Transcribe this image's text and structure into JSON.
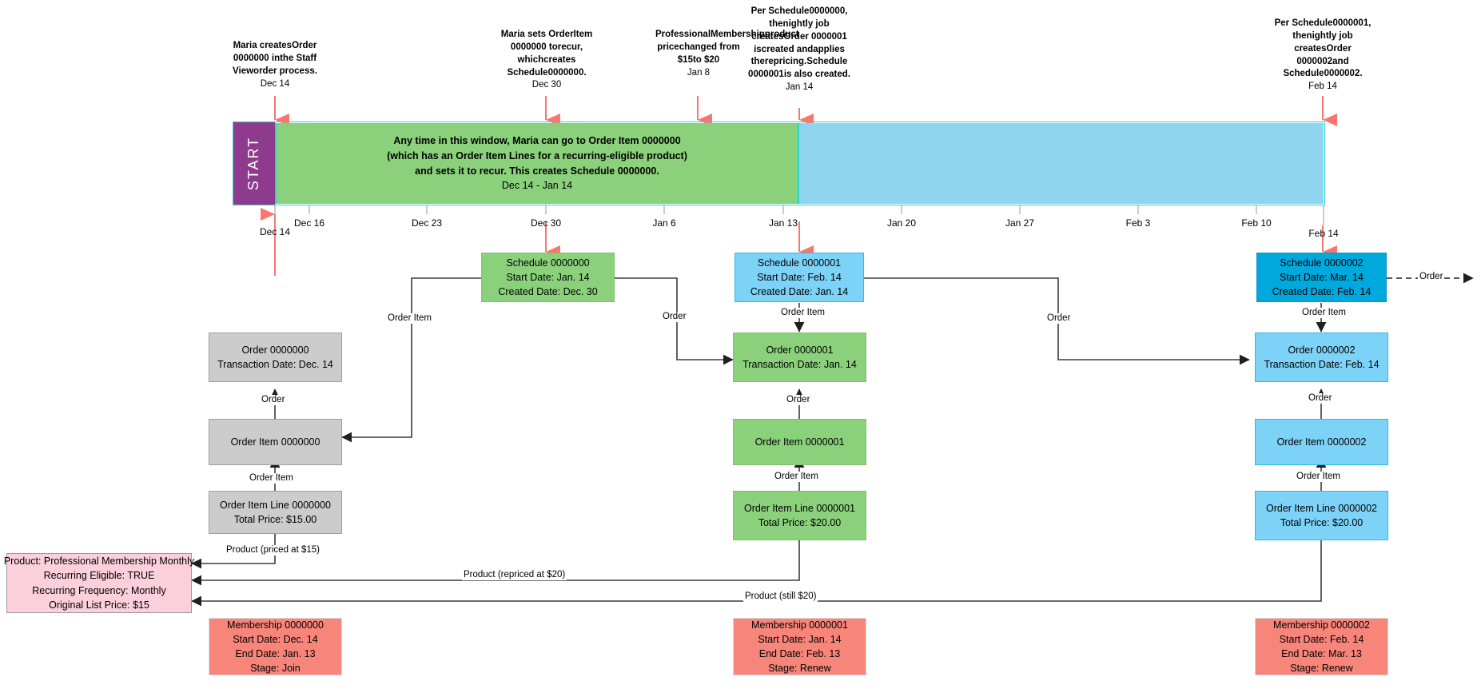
{
  "annotations": [
    {
      "id": "a0",
      "lines": [
        "Maria creates",
        "Order 0000000 in",
        "the Staff View",
        "order process."
      ],
      "date": "Dec 14"
    },
    {
      "id": "a1",
      "lines": [
        "Maria sets Order",
        "Item 0000000 to",
        "recur, which",
        "creates Schedule",
        "0000000."
      ],
      "date": "Dec 30"
    },
    {
      "id": "a2",
      "lines": [
        "Professional",
        "Membership",
        "product price",
        "changed from $15",
        "to $20"
      ],
      "date": "Jan 8"
    },
    {
      "id": "a3",
      "lines": [
        "Per Schedule",
        "0000000, the",
        "nightly job creates",
        "Order 0000001 is",
        "created and",
        "applies the",
        "repricing.",
        "Schedule 0000001",
        "is also created."
      ],
      "date": "Jan 14"
    },
    {
      "id": "a4",
      "lines": [
        "Per Schedule",
        "0000001, the",
        "nightly job creates",
        "Order 0000002",
        "and Schedule",
        "0000002."
      ],
      "date": "Feb 14"
    }
  ],
  "timeline": {
    "start_label": "START",
    "window_lines": [
      "Any time in this window, Maria can go to Order Item 0000000",
      "(which has an Order Item Lines for a recurring-eligible product)",
      "and sets it to recur. This creates Schedule 0000000."
    ],
    "window_range": "Dec 14 - Jan 14",
    "axis_ticks": [
      "Dec 14",
      "Dec 16",
      "Dec 23",
      "Dec 30",
      "Jan 6",
      "Jan 13",
      "Jan 20",
      "Jan 27",
      "Feb 3",
      "Feb 10",
      "Feb 14"
    ]
  },
  "nodes": {
    "schedule0": {
      "lines": [
        "Schedule 0000000",
        "Start Date: Jan. 14",
        "Created Date: Dec. 30"
      ]
    },
    "schedule1": {
      "lines": [
        "Schedule 0000001",
        "Start Date: Feb. 14",
        "Created Date: Jan. 14"
      ]
    },
    "schedule2": {
      "lines": [
        "Schedule 0000002",
        "Start Date: Mar. 14",
        "Created Date: Feb. 14"
      ]
    },
    "order0": {
      "lines": [
        "Order 0000000",
        "Transaction Date: Dec. 14"
      ]
    },
    "order1": {
      "lines": [
        "Order 0000001",
        "Transaction Date: Jan. 14"
      ]
    },
    "order2": {
      "lines": [
        "Order 0000002",
        "Transaction Date: Feb. 14"
      ]
    },
    "orderitem0": {
      "lines": [
        "Order Item 0000000"
      ]
    },
    "orderitem1": {
      "lines": [
        "Order Item 0000001"
      ]
    },
    "orderitem2": {
      "lines": [
        "Order Item 0000002"
      ]
    },
    "orderitemline0": {
      "lines": [
        "Order Item Line  0000000",
        "Total Price: $15.00"
      ]
    },
    "orderitemline1": {
      "lines": [
        "Order Item Line  0000001",
        "Total Price: $20.00"
      ]
    },
    "orderitemline2": {
      "lines": [
        "Order Item Line  0000002",
        "Total Price: $20.00"
      ]
    },
    "product": {
      "lines": [
        "Product: Professional Membership Monthly",
        "Recurring Eligible: TRUE",
        "Recurring Frequency: Monthly",
        "Original List Price: $15"
      ]
    },
    "membership0": {
      "lines": [
        "Membership 0000000",
        "Start Date: Dec. 14",
        "End Date: Jan. 13",
        "Stage: Join"
      ]
    },
    "membership1": {
      "lines": [
        "Membership 0000001",
        "Start Date: Jan. 14",
        "End Date: Feb. 13",
        "Stage: Renew"
      ]
    },
    "membership2": {
      "lines": [
        "Membership 0000002",
        "Start Date: Feb. 14",
        "End Date: Mar. 13",
        "Stage: Renew"
      ]
    }
  },
  "edge_labels": {
    "e_order_left": "Order",
    "e_orderitem_left": "Order Item",
    "e_orderitemline_left": "Order Item",
    "e_sched0_to_oi": "Order Item",
    "e_sched0_to_order1": "Order",
    "e_sched1_oi": "Order Item",
    "e_order_mid": "Order",
    "e_orderitem_mid": "Order Item",
    "e_sched1_to_order2": "Order",
    "e_sched2_oi": "Order Item",
    "e_order_right": "Order",
    "e_orderitem_right": "Order Item",
    "e_sched2_out": "Order",
    "p1": "Product (priced at $15)",
    "p2": "Product (repriced at $20)",
    "p3": "Product (still $20)"
  },
  "colors": {
    "arrow_red": "#f8766d",
    "timeline_teal": "#2ad2d2",
    "timeline_blue": "#8fd5f0",
    "start_purple": "#8e3b8e",
    "green": "#8bd17c",
    "blue": "#7dd3f7",
    "blue_strong": "#00a9dd",
    "grey": "#cccccc",
    "pink": "#fbcfdc",
    "salmon": "#f8857a",
    "edge": "#3b3b3b"
  }
}
